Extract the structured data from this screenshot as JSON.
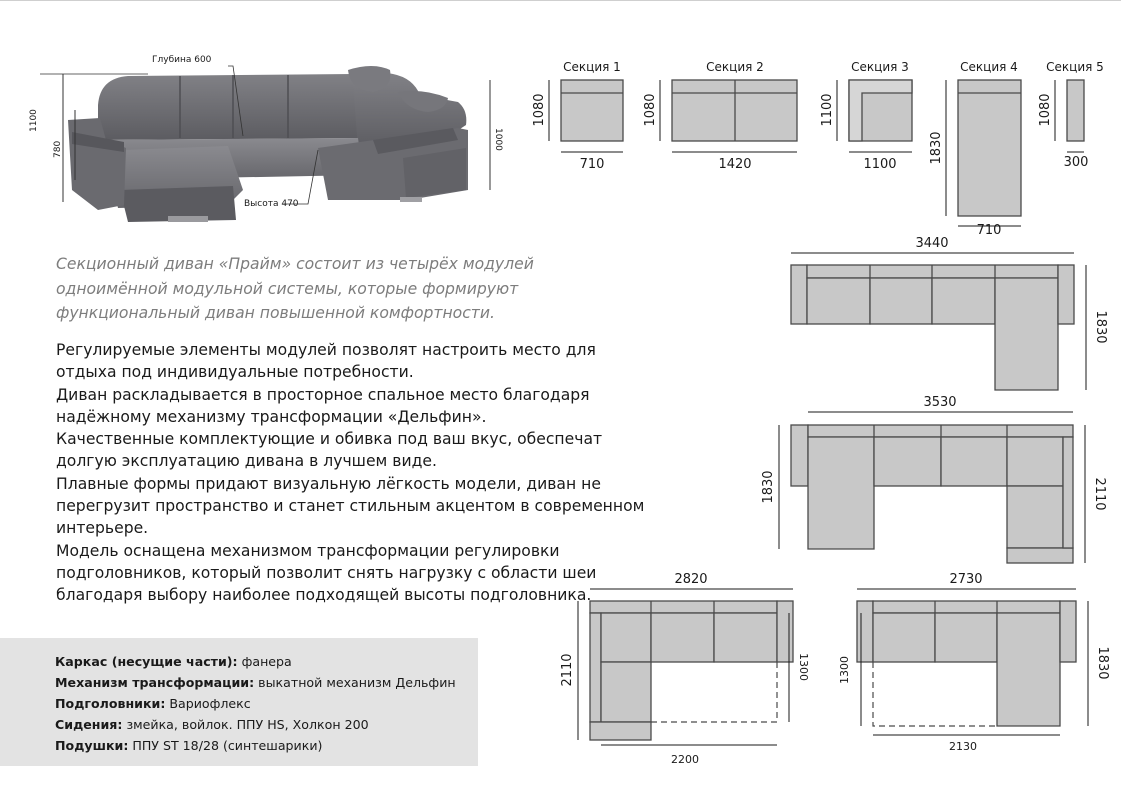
{
  "photo": {
    "depth_label": "Глубина 600",
    "height_label": "Высота 470",
    "dim_1100": "1100",
    "dim_780": "780",
    "dim_1000": "1000"
  },
  "sections": [
    {
      "name": "Секция 1",
      "width": "710",
      "height": "1080"
    },
    {
      "name": "Секция 2",
      "width": "1420",
      "height": "1080"
    },
    {
      "name": "Секция 3",
      "width": "1100",
      "height": "1100"
    },
    {
      "name": "Секция 4",
      "width": "710",
      "height": "1830"
    },
    {
      "name": "Секция 5",
      "width": "300",
      "height": "1080"
    }
  ],
  "intro": "Секционный диван «Прайм» состоит из четырёх модулей одноимённой модульной системы, которые формируют функциональный диван повышенной комфортности.",
  "paragraphs": [
    "Регулируемые элементы модулей позволят настроить место для отдыха под индивидуальные потребности.",
    "Диван раскладывается в просторное спальное место благодаря надёжному механизму трансформации «Дельфин».",
    "Качественные комплектующие и обивка под ваш вкус, обеспечат долгую эксплуатацию дивана в лучшем виде.",
    "Плавные формы придают визуальную лёгкость модели, диван не перегрузит пространство и станет стильным акцентом в современном интерьере.",
    "Модель оснащена механизмом трансформации регулировки подголовников, который позволит снять нагрузку с области шеи благодаря выбору наиболее подходящей высоты подголовника."
  ],
  "specs": [
    {
      "label": "Каркас (несущие части):",
      "value": " фанера"
    },
    {
      "label": "Механизм трансформации:",
      "value": " выкатной механизм Дельфин"
    },
    {
      "label": "Подголовники:",
      "value": " Вариофлекс"
    },
    {
      "label": "Сидения:",
      "value": " змейка, войлок. ППУ HS, Холкон 200"
    },
    {
      "label": "Подушки:",
      "value": " ППУ ST 18/28 (синтешарики)"
    }
  ],
  "layouts": [
    {
      "width": "3440",
      "depth": "1830"
    },
    {
      "width": "3530",
      "left_depth": "1830",
      "right_depth": "2110"
    },
    {
      "width": "2820",
      "left_depth": "2110",
      "right_depth": "1300",
      "bottom": "2200"
    },
    {
      "width": "2730",
      "left_depth": "1300",
      "right_depth": "1830",
      "bottom": "2130"
    }
  ],
  "colors": {
    "module_fill": "#c8c8c8",
    "module_stroke": "#4a4a4a",
    "upholstery": "#6e6e72",
    "specs_bg": "#e3e3e3",
    "intro_text": "#7d7d7d"
  }
}
